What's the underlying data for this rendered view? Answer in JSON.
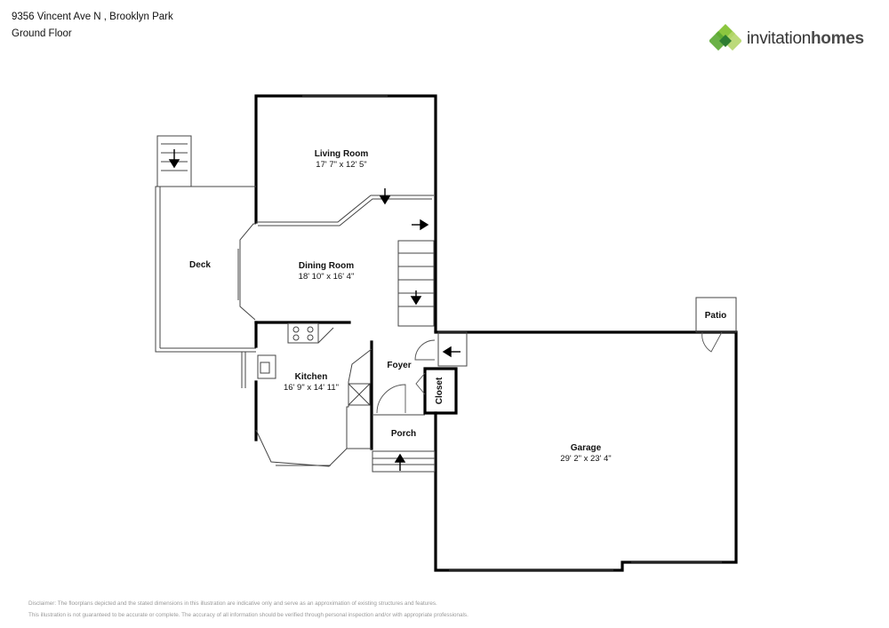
{
  "header": {
    "address": "9356 Vincent Ave N , Brooklyn Park",
    "floor": "Ground Floor"
  },
  "logo": {
    "word1": "invitation",
    "word2": "homes",
    "brand_colors": [
      "#5aa832",
      "#8cc63f",
      "#2e7d32",
      "#b5d66b"
    ]
  },
  "rooms": {
    "living": {
      "name": "Living Room",
      "dims": "17' 7\" x 12' 5\""
    },
    "dining": {
      "name": "Dining Room",
      "dims": "18' 10\" x 16' 4\""
    },
    "kitchen": {
      "name": "Kitchen",
      "dims": "16' 9\" x 14' 11\""
    },
    "deck": {
      "name": "Deck"
    },
    "foyer": {
      "name": "Foyer"
    },
    "closet": {
      "name": "Closet"
    },
    "porch": {
      "name": "Porch"
    },
    "garage": {
      "name": "Garage",
      "dims": "29' 2\" x 23' 4\""
    },
    "patio": {
      "name": "Patio"
    }
  },
  "disclaimer": {
    "line1": "Disclaimer: The floorplans depicted and the stated dimensions in this illustration are indicative only and serve as an approximation of existing structures and features.",
    "line2": "This illustration is not guaranteed to be accurate or complete. The accuracy of all information should be verified through personal inspection and/or with appropriate professionals."
  }
}
